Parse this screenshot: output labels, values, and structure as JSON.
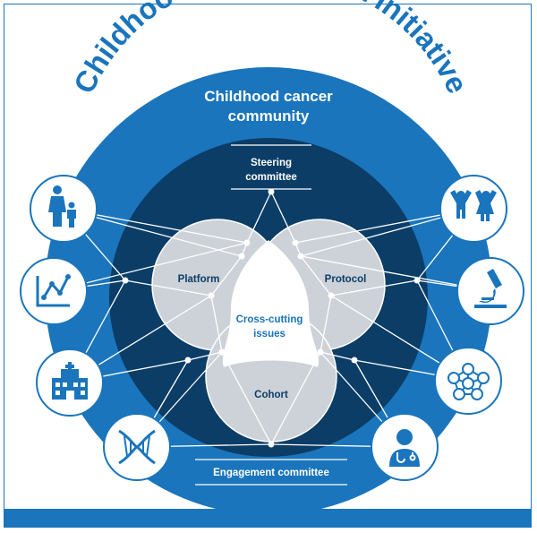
{
  "title": "Childhood Cancer Data Initiative",
  "community_label": [
    "Childhood cancer",
    "community"
  ],
  "steering_label": [
    "Steering",
    "committee"
  ],
  "engagement_label": "Engagement committee",
  "venn": {
    "platform": "Platform",
    "protocol": "Protocol",
    "cohort": "Cohort",
    "center": [
      "Cross-cutting",
      "issues"
    ]
  },
  "icons": [
    {
      "name": "parent-child-icon",
      "side": "left"
    },
    {
      "name": "line-chart-icon",
      "side": "left"
    },
    {
      "name": "hospital-icon",
      "side": "left"
    },
    {
      "name": "dna-icon",
      "side": "left"
    },
    {
      "name": "children-icon",
      "side": "right"
    },
    {
      "name": "microscope-icon",
      "side": "right"
    },
    {
      "name": "network-icon",
      "side": "right"
    },
    {
      "name": "doctor-icon",
      "side": "right"
    }
  ],
  "colors": {
    "outer_blue": "#1a75bc",
    "inner_navy": "#0b3d66",
    "venn_gray": "#cdd2d8",
    "white": "#ffffff"
  }
}
